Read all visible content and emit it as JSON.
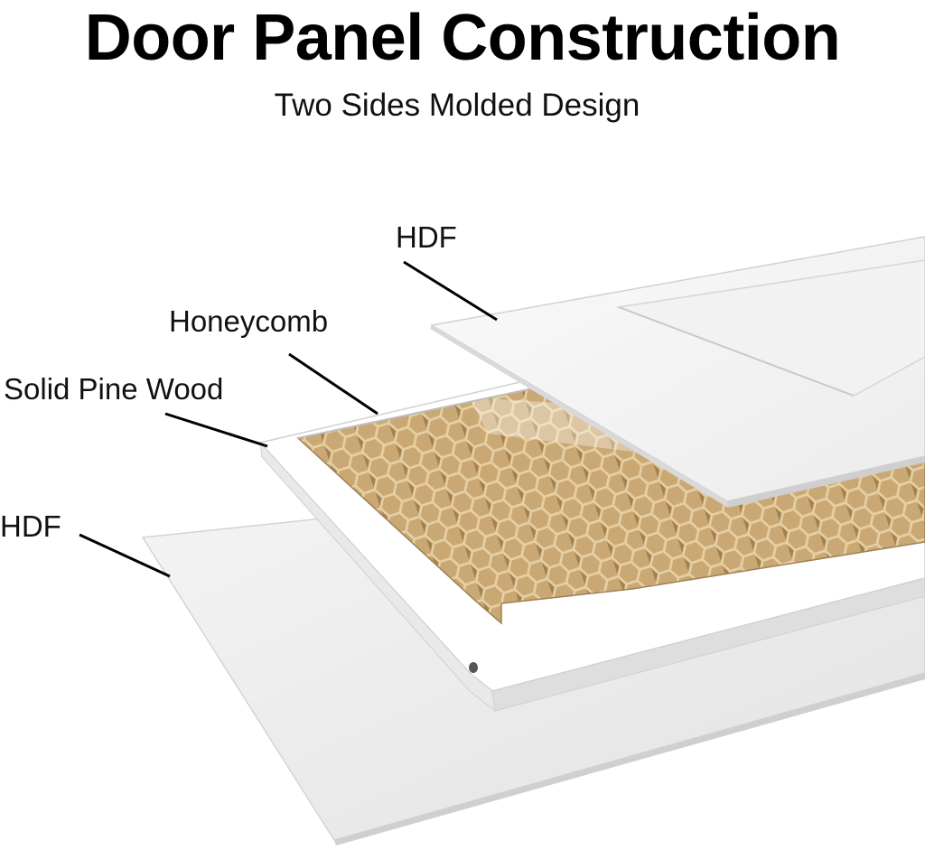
{
  "title": "Door Panel Construction",
  "subtitle": "Two Sides Molded Design",
  "layers": {
    "top_hdf": "HDF",
    "honeycomb": "Honeycomb",
    "pine_frame": "Solid Pine Wood",
    "bottom_hdf": "HDF"
  },
  "colors": {
    "panel_white": "#ffffff",
    "panel_shade": "#e6e6e6",
    "honeycomb": "#b08e5e",
    "honeycomb_edge": "#d8bc8e",
    "leader": "#000000"
  }
}
